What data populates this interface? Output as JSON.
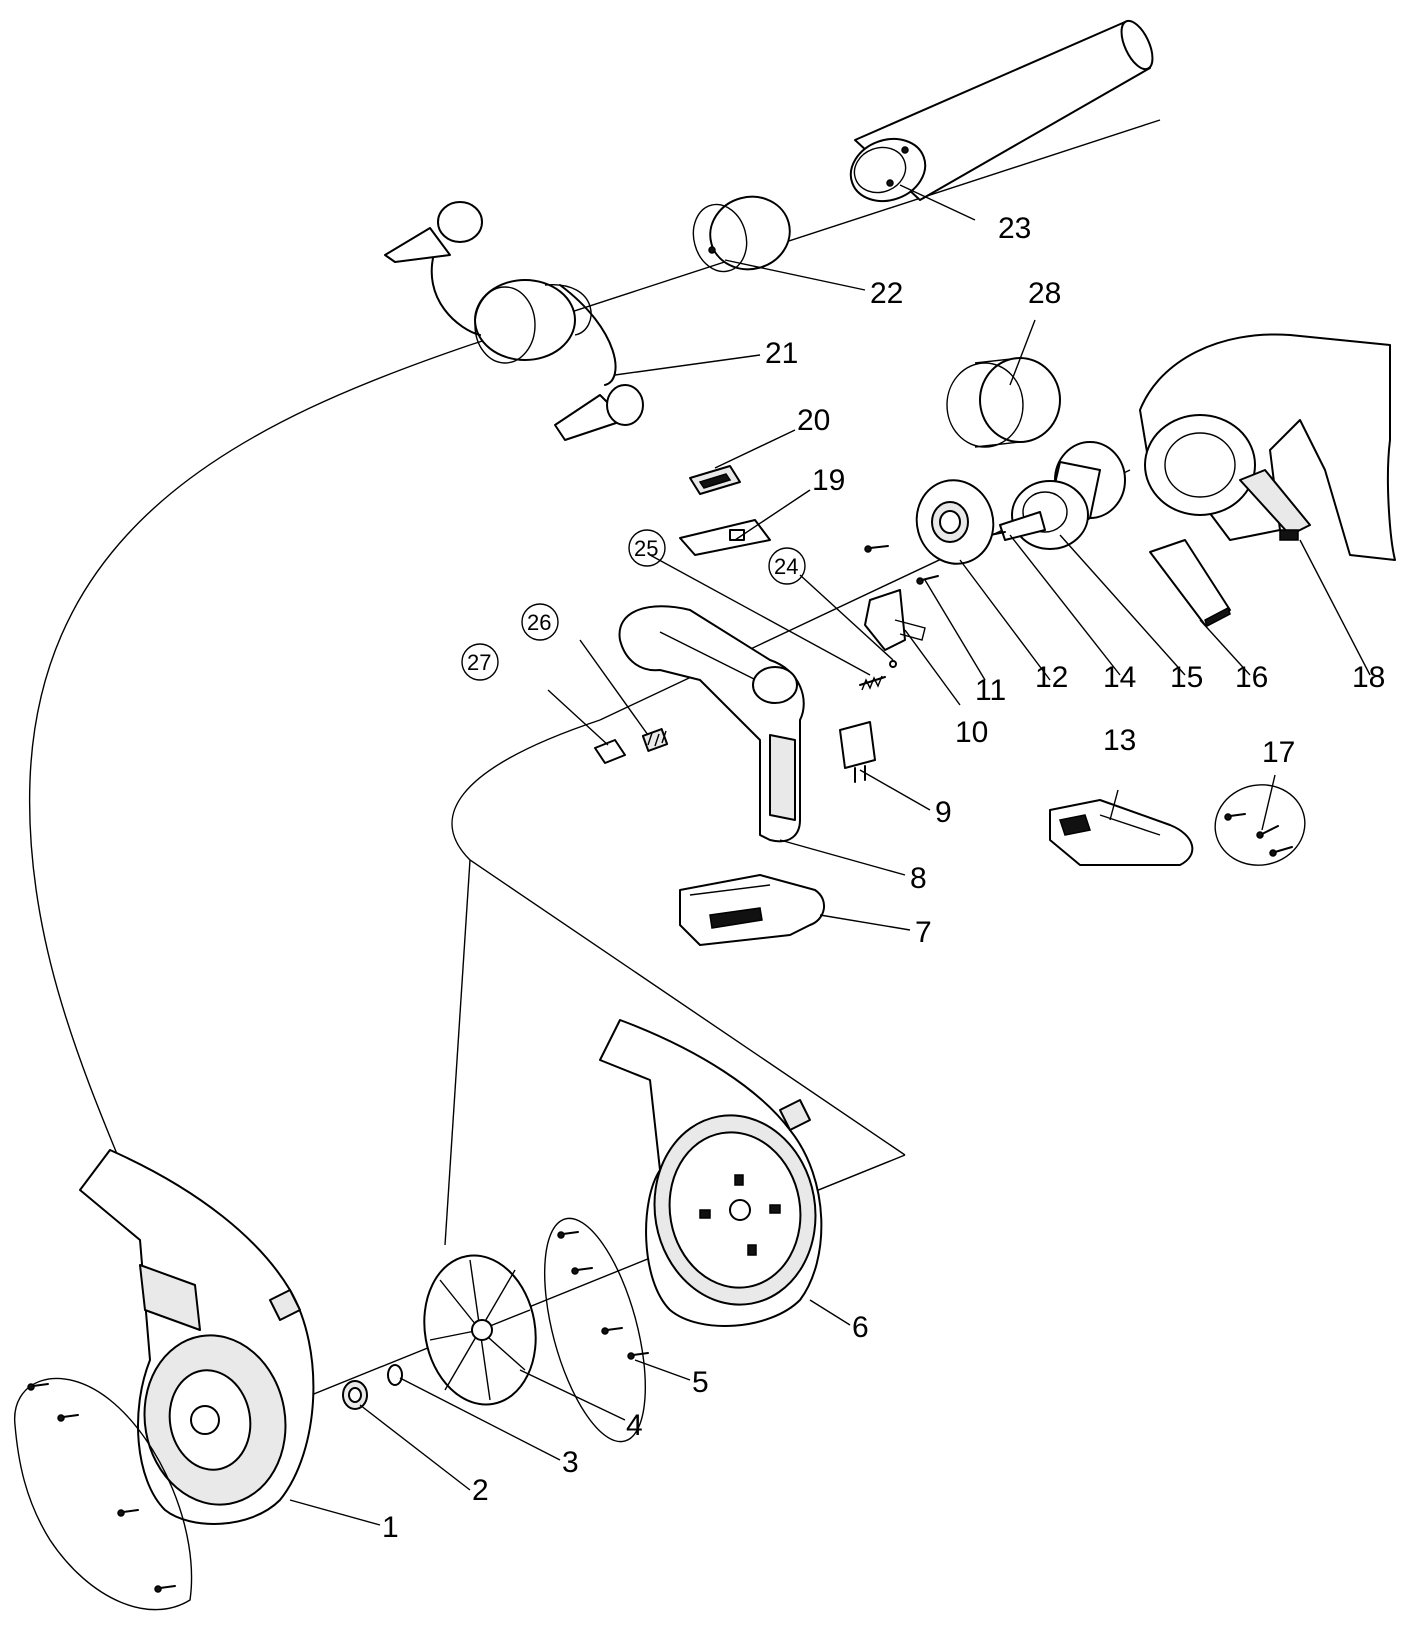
{
  "parts": [
    {
      "id": "1",
      "label": "1",
      "circled": false
    },
    {
      "id": "2",
      "label": "2",
      "circled": false
    },
    {
      "id": "3",
      "label": "3",
      "circled": false
    },
    {
      "id": "4",
      "label": "4",
      "circled": false
    },
    {
      "id": "5",
      "label": "5",
      "circled": false
    },
    {
      "id": "6",
      "label": "6",
      "circled": false
    },
    {
      "id": "7",
      "label": "7",
      "circled": false
    },
    {
      "id": "8",
      "label": "8",
      "circled": false
    },
    {
      "id": "9",
      "label": "9",
      "circled": false
    },
    {
      "id": "10",
      "label": "10",
      "circled": false
    },
    {
      "id": "11",
      "label": "11",
      "circled": false
    },
    {
      "id": "12",
      "label": "12",
      "circled": false
    },
    {
      "id": "13",
      "label": "13",
      "circled": false
    },
    {
      "id": "14",
      "label": "14",
      "circled": false
    },
    {
      "id": "15",
      "label": "15",
      "circled": false
    },
    {
      "id": "16",
      "label": "16",
      "circled": false
    },
    {
      "id": "17",
      "label": "17",
      "circled": false
    },
    {
      "id": "18",
      "label": "18",
      "circled": false
    },
    {
      "id": "19",
      "label": "19",
      "circled": false
    },
    {
      "id": "20",
      "label": "20",
      "circled": false
    },
    {
      "id": "21",
      "label": "21",
      "circled": false
    },
    {
      "id": "22",
      "label": "22",
      "circled": false
    },
    {
      "id": "23",
      "label": "23",
      "circled": false
    },
    {
      "id": "24",
      "label": "24",
      "circled": true
    },
    {
      "id": "25",
      "label": "25",
      "circled": true
    },
    {
      "id": "26",
      "label": "26",
      "circled": true
    },
    {
      "id": "27",
      "label": "27",
      "circled": true
    },
    {
      "id": "28",
      "label": "28",
      "circled": false
    }
  ]
}
